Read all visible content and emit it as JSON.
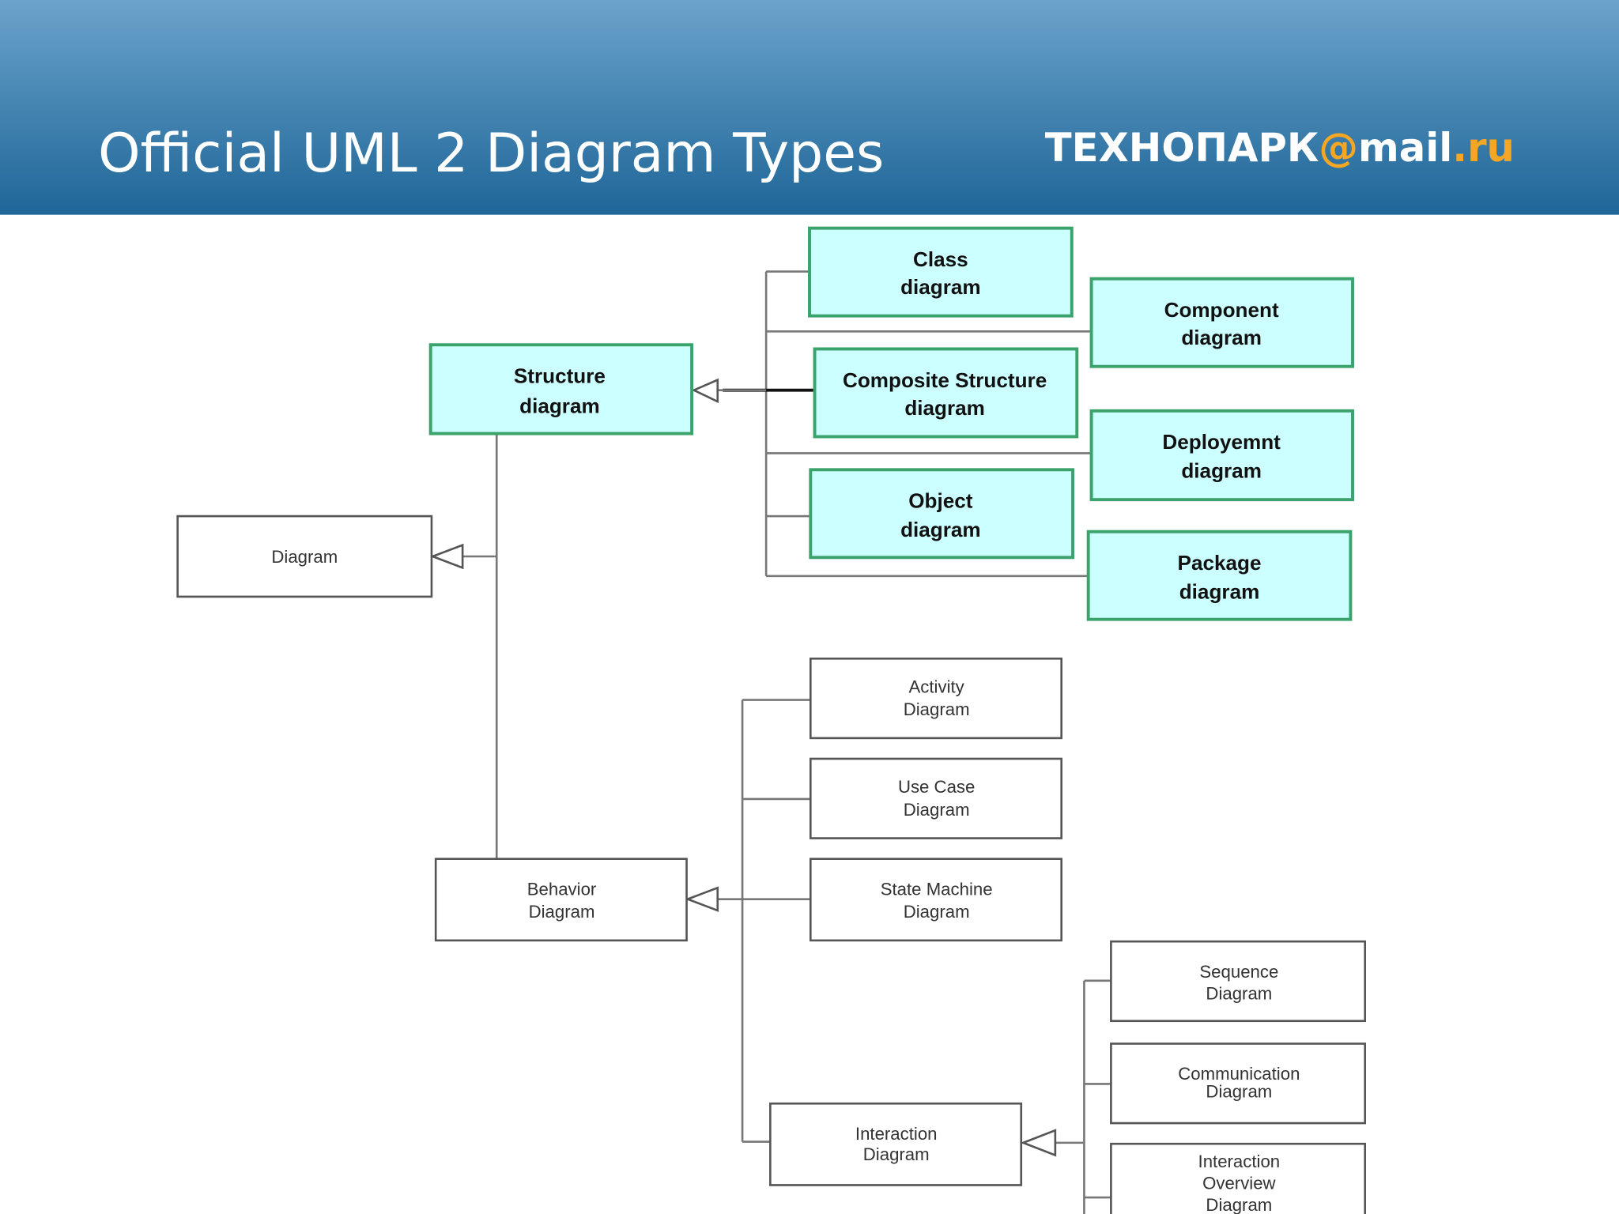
{
  "header": {
    "title": "Official UML 2 Diagram Types",
    "logo": {
      "part1": "ТЕХНОПАРК",
      "at": "@",
      "part2": "mail",
      "part3": ".ru"
    },
    "colors": {
      "top": "#6aa3cb",
      "bottom": "#1f6698",
      "logo_accent": "#f5a623"
    }
  },
  "diagram": {
    "root": {
      "line1": "Diagram"
    },
    "structure": {
      "line1": "Structure",
      "line2": "diagram"
    },
    "behavior": {
      "line1": "Behavior",
      "line2": "Diagram"
    },
    "structure_children": [
      {
        "line1": "Class",
        "line2": "diagram"
      },
      {
        "line1": "Component",
        "line2": "diagram"
      },
      {
        "line1": "Composite Structure",
        "line2": "diagram"
      },
      {
        "line1": "Deployemnt",
        "line2": "diagram"
      },
      {
        "line1": "Object",
        "line2": "diagram"
      },
      {
        "line1": "Package",
        "line2": "diagram"
      }
    ],
    "behavior_children": [
      {
        "line1": "Activity",
        "line2": "Diagram"
      },
      {
        "line1": "Use Case",
        "line2": "Diagram"
      },
      {
        "line1": "State Machine",
        "line2": "Diagram"
      },
      {
        "line1": "Interaction",
        "line2": "Diagram"
      }
    ],
    "interaction_children": [
      {
        "line1": "Sequence",
        "line2": "Diagram"
      },
      {
        "line1": "Communication",
        "line2": "Diagram"
      },
      {
        "line1": "Interaction",
        "line2": "Overview",
        "line3": "Diagram"
      }
    ],
    "colors": {
      "highlight_fill": "#ccffff",
      "highlight_border": "#3aa36b"
    }
  }
}
